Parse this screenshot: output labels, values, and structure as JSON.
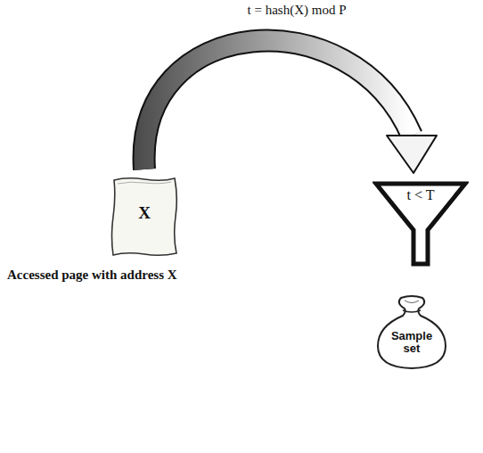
{
  "diagram": {
    "nodes": [
      {
        "text": [
          "X",
          "Accessed page with address X"
        ]
      },
      {
        "text": [
          "t < T"
        ]
      },
      {
        "text": [
          "Sample set"
        ]
      }
    ],
    "edges": [
      {
        "from": 0,
        "to": 1,
        "arrow": "to",
        "label": "t = hash(X) mod P"
      }
    ]
  }
}
